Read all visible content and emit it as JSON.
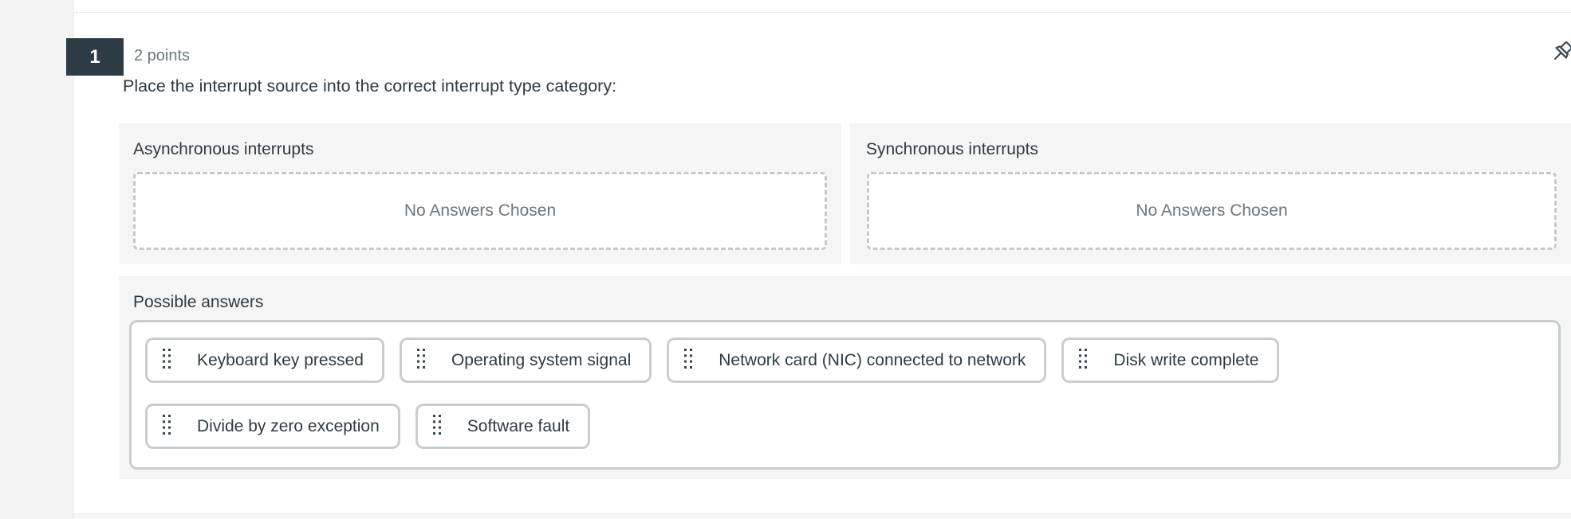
{
  "question": {
    "number": "1",
    "points": "2 points",
    "prompt": "Place the interrupt source into the correct interrupt type category:"
  },
  "categories": [
    {
      "label": "Asynchronous interrupts",
      "empty_text": "No Answers Chosen"
    },
    {
      "label": "Synchronous interrupts",
      "empty_text": "No Answers Chosen"
    }
  ],
  "possible_answers": {
    "label": "Possible answers",
    "items": [
      "Keyboard key pressed",
      "Operating system signal",
      "Network card (NIC) connected to network",
      "Disk write complete",
      "Divide by zero exception",
      "Software fault"
    ]
  },
  "icons": {
    "pin": "pin-icon",
    "drag_handle": "drag-handle-icon"
  },
  "colors": {
    "badge_bg": "#2d3b45",
    "text_dark": "#2d3b45",
    "text_muted": "#6b7780",
    "panel_bg": "#f5f5f6",
    "border": "#c7cdd1"
  }
}
